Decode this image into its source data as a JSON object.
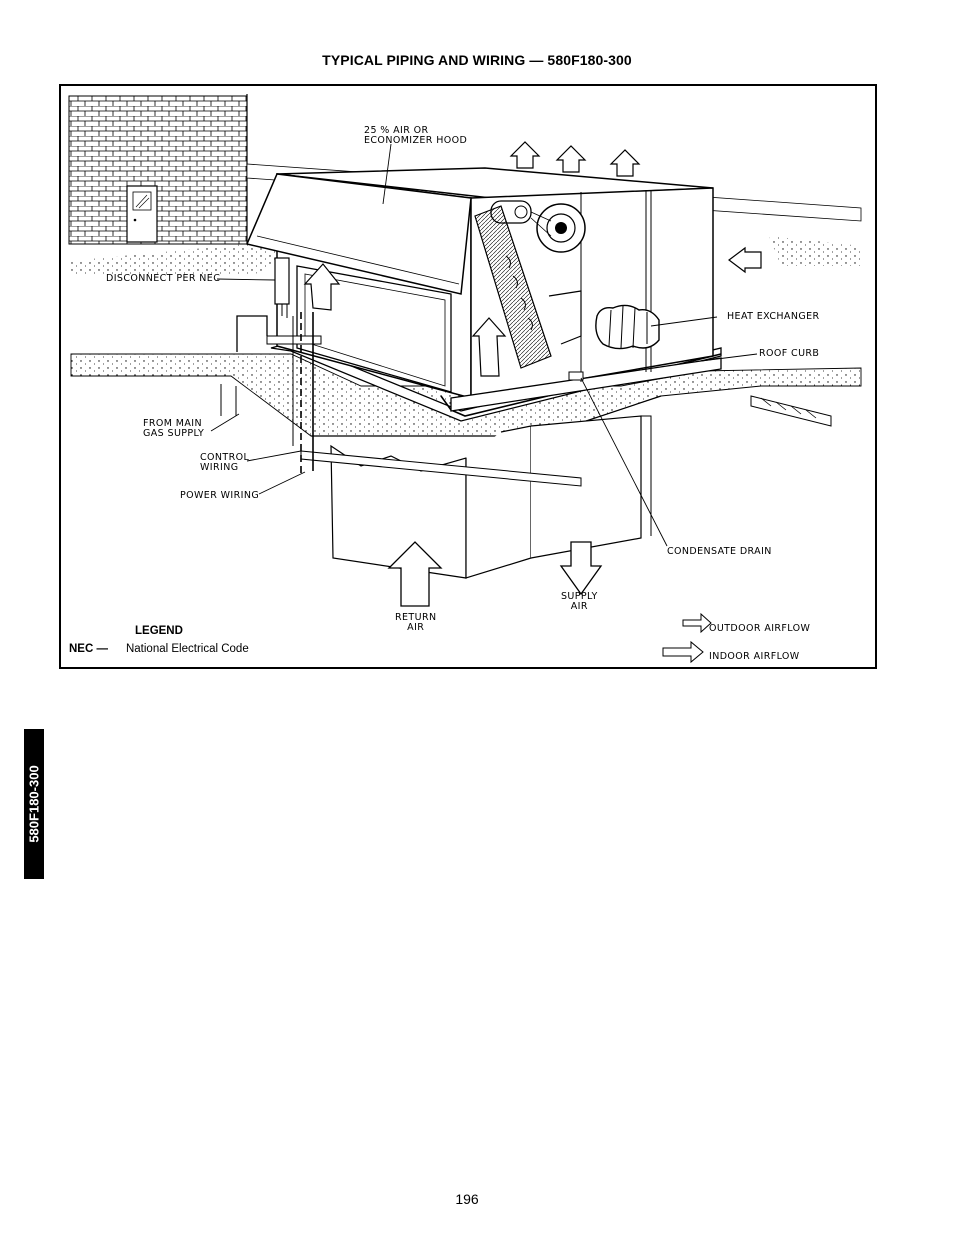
{
  "page": {
    "title": "TYPICAL PIPING AND WIRING — 580F180-300",
    "side_tab": "580F180-300",
    "page_number": "196"
  },
  "figure": {
    "labels": {
      "air_hood": "25 % AIR OR\nECONOMIZER HOOD",
      "disconnect": "DISCONNECT PER NEC",
      "heat_exchanger": "HEAT EXCHANGER",
      "roof_curb": "ROOF CURB",
      "gas_supply": "FROM MAIN\nGAS SUPPLY",
      "control_wiring": "CONTROL\nWIRING",
      "power_wiring": "POWER WIRING",
      "condensate_drain": "CONDENSATE DRAIN",
      "supply_air": "SUPPLY\nAIR",
      "return_air": "RETURN\nAIR",
      "outdoor_airflow": "OUTDOOR AIRFLOW",
      "indoor_airflow": "INDOOR AIRFLOW"
    },
    "legend": {
      "heading": "LEGEND",
      "abbr": "NEC —",
      "definition": "National Electrical Code"
    }
  }
}
